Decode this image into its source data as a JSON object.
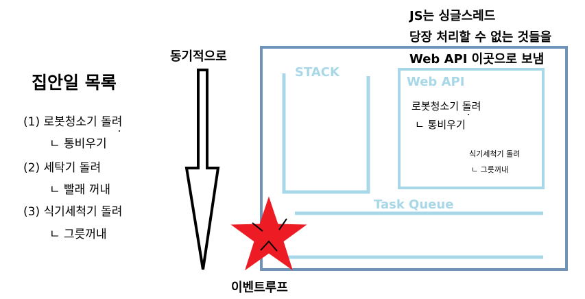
{
  "todo": {
    "title": "집안일 목록",
    "items": [
      {
        "label": "(1) 로봇청소기 돌려",
        "sub": "ㄴ 통비우기"
      },
      {
        "label": "(2) 세탁기 돌려",
        "sub": "ㄴ 빨래 꺼내"
      },
      {
        "label": "(3) 식기세척기 돌려",
        "sub": "ㄴ 그릇꺼내"
      }
    ]
  },
  "notes": {
    "line1": "JS는 싱글스레드",
    "line2": "당장 처리할 수 없는 것들을",
    "line3": "Web API 이곳으로 보냄"
  },
  "arrow": {
    "label": "동기적으로"
  },
  "boxes": {
    "stack_label": "STACK",
    "webapi_label": "Web API",
    "queue_label": "Task Queue",
    "webapi_items": [
      {
        "text": "로봇청소기 돌려"
      },
      {
        "text": "ㄴ 통비우기"
      }
    ],
    "webapi_small": [
      {
        "text": "식기세척기 돌려"
      },
      {
        "text": "ㄴ 그릇꺼내"
      }
    ]
  },
  "event_loop": {
    "label": "이벤트루프"
  },
  "colors": {
    "outer_border": "#6f93b9",
    "light_blue": "#a8d8e8",
    "star_fill": "#ed1c24"
  }
}
